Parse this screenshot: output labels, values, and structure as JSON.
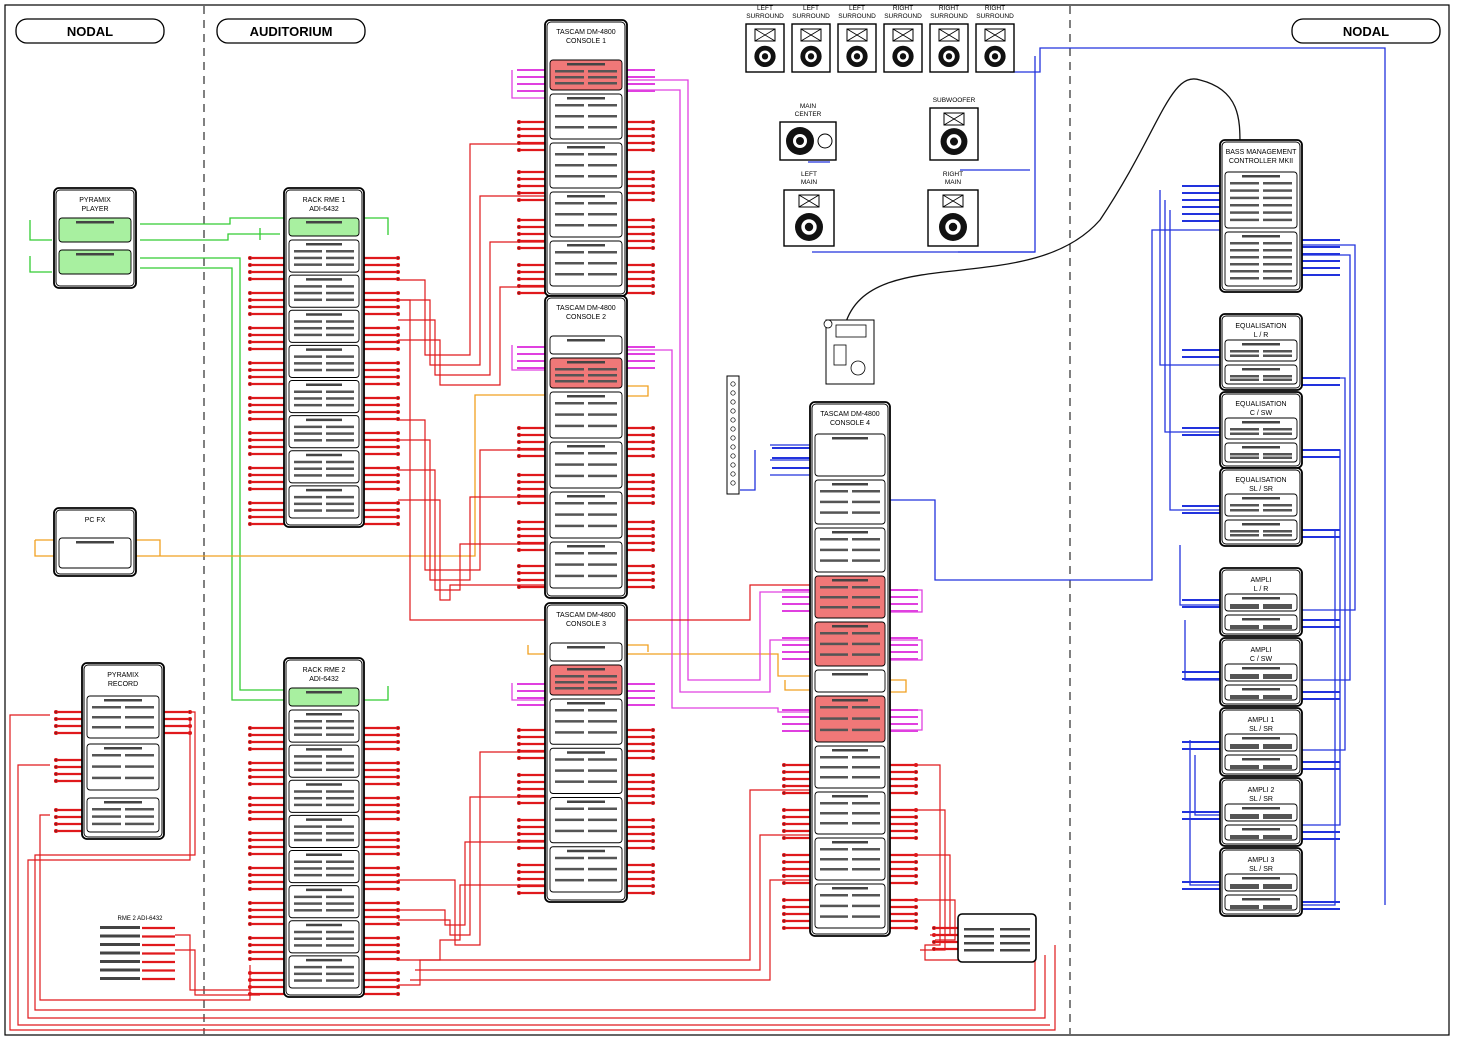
{
  "zones": {
    "left_nodal": "NODAL",
    "auditorium": "AUDITORIUM",
    "right_nodal": "NODAL"
  },
  "colors": {
    "red": "#e0191c",
    "magenta": "#e040e0",
    "green": "#33cc33",
    "orange": "#f0a020",
    "blue": "#2233dd",
    "black": "#111111",
    "pink_fill": "#f07878",
    "green_fill": "#a8f0a0"
  },
  "left_devices": {
    "pyramix_player": [
      "PYRAMIX",
      "PLAYER"
    ],
    "pc_fx": [
      "PC FX"
    ],
    "pyramix_record": [
      "PYRAMIX",
      "RECORD"
    ]
  },
  "racks": {
    "rack1": [
      "RACK RME 1",
      "ADI-6432"
    ],
    "rack2": [
      "RACK RME 2",
      "ADI-6432"
    ],
    "rme_small": "RME 2 ADI-6432"
  },
  "consoles": {
    "console1": [
      "TASCAM DM-4800",
      "CONSOLE 1"
    ],
    "console2": [
      "TASCAM DM-4800",
      "CONSOLE 2"
    ],
    "console3": [
      "TASCAM DM-4800",
      "CONSOLE 3"
    ],
    "console4": [
      "TASCAM DM-4800",
      "CONSOLE 4"
    ]
  },
  "speakers": {
    "surround": [
      [
        "LEFT",
        "SURROUND"
      ],
      [
        "LEFT",
        "SURROUND"
      ],
      [
        "LEFT",
        "SURROUND"
      ],
      [
        "RIGHT",
        "SURROUND"
      ],
      [
        "RIGHT",
        "SURROUND"
      ],
      [
        "RIGHT",
        "SURROUND"
      ]
    ],
    "main_center": [
      "MAIN",
      "CENTER"
    ],
    "subwoofer": [
      "SUBWOOFER"
    ],
    "left_main": [
      "LEFT",
      "MAIN"
    ],
    "right_main": [
      "RIGHT",
      "MAIN"
    ]
  },
  "right_devices": {
    "bass_mgmt": [
      "BASS MANAGEMENT",
      "CONTROLLER MKII"
    ],
    "eq1": [
      "EQUALISATION",
      "L / R"
    ],
    "eq2": [
      "EQUALISATION",
      "C / SW"
    ],
    "eq3": [
      "EQUALISATION",
      "SL / SR"
    ],
    "amp1": [
      "AMPLI",
      "L / R"
    ],
    "amp2": [
      "AMPLI",
      "C / SW"
    ],
    "amp3": [
      "AMPLI 1",
      "SL / SR"
    ],
    "amp4": [
      "AMPLI 2",
      "SL / SR"
    ],
    "amp5": [
      "AMPLI 3",
      "SL / SR"
    ]
  }
}
